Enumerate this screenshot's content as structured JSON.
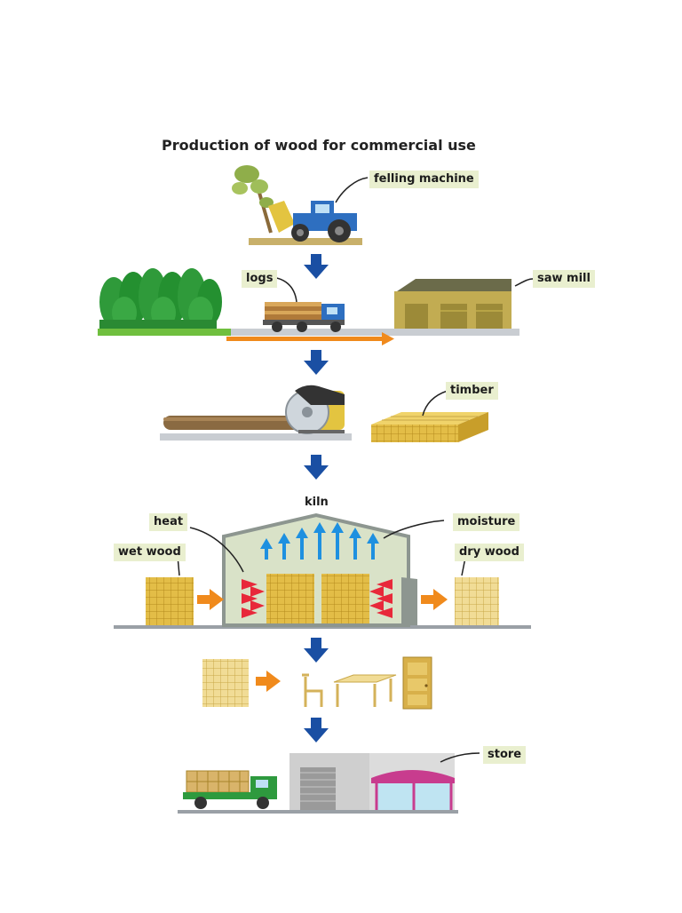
{
  "diagram": {
    "title": "Production of wood for commercial use",
    "labels": {
      "felling_machine": "felling machine",
      "logs": "logs",
      "saw_mill": "saw mill",
      "timber": "timber",
      "kiln": "kiln",
      "heat": "heat",
      "moisture": "moisture",
      "wet_wood": "wet wood",
      "dry_wood": "dry wood",
      "store": "store"
    },
    "colors": {
      "step_arrow": "#1a4fa3",
      "process_arrow": "#f08a1c",
      "heat_arrow": "#e8283a",
      "moisture_arrow": "#1e90e0",
      "wood": "#e0b93a",
      "building": "#b9a84a",
      "forest": "#2f9a3a"
    }
  }
}
